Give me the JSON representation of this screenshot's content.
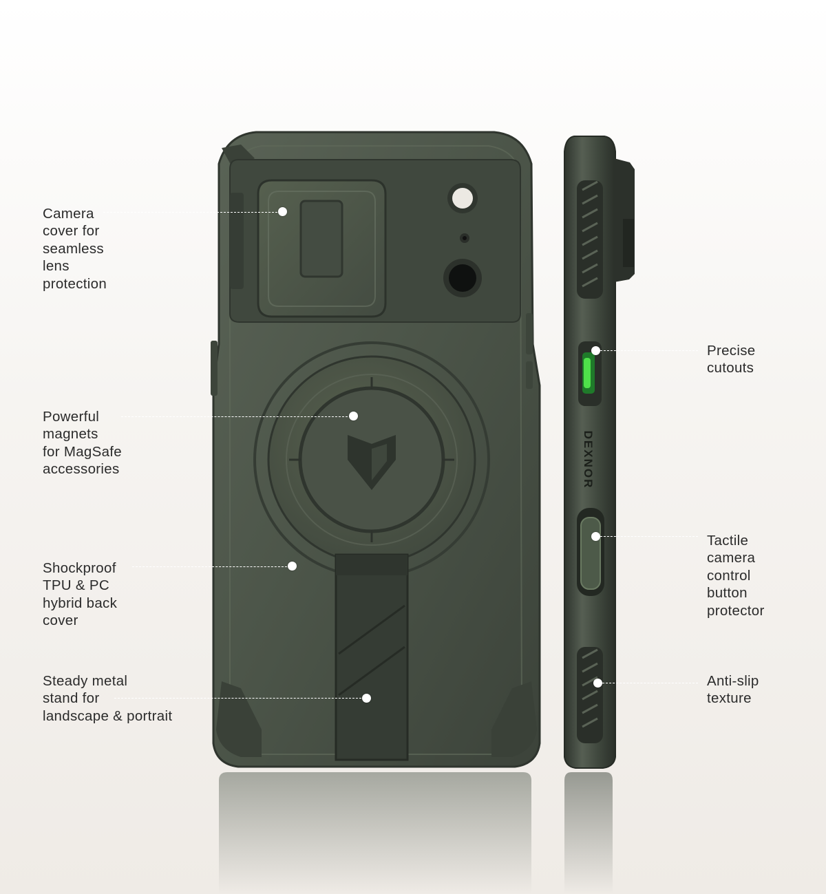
{
  "product": {
    "brand_text": "DEXNOR",
    "colors": {
      "case": "#4a5347",
      "case_dark": "#2f3530",
      "accent_green": "#3cc43a",
      "background": "#f4f1ed"
    }
  },
  "callouts": {
    "left": [
      {
        "id": "camera-cover",
        "lines": [
          "Camera",
          "cover for",
          "seamless",
          "lens",
          "protection"
        ]
      },
      {
        "id": "magnets",
        "lines": [
          "Powerful",
          "magnets",
          "for MagSafe",
          "accessories"
        ]
      },
      {
        "id": "shockproof",
        "lines": [
          "Shockproof",
          "TPU & PC",
          "hybrid back",
          "cover"
        ]
      },
      {
        "id": "stand",
        "lines": [
          "Steady metal",
          "stand for",
          "landscape & portrait"
        ]
      }
    ],
    "right": [
      {
        "id": "cutouts",
        "lines": [
          "Precise",
          "cutouts"
        ]
      },
      {
        "id": "camera-control",
        "lines": [
          "Tactile",
          "camera",
          "control",
          "button",
          "protector"
        ]
      },
      {
        "id": "anti-slip",
        "lines": [
          "Anti-slip",
          "texture"
        ]
      }
    ]
  }
}
